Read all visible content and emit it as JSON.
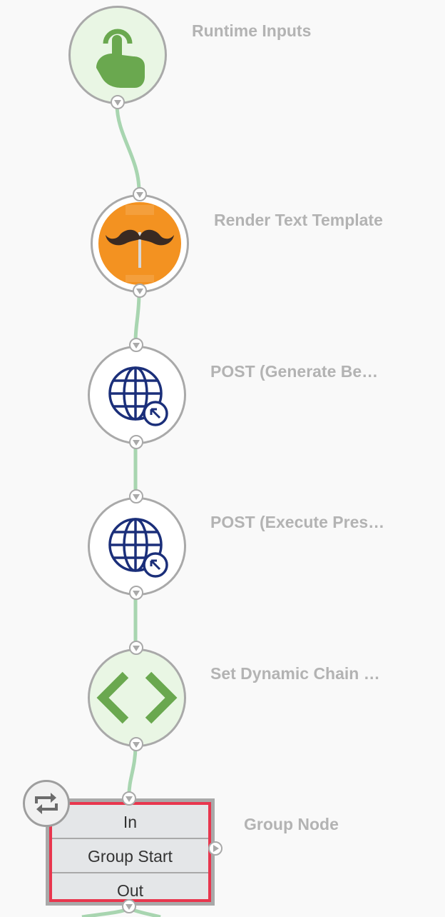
{
  "nodes": [
    {
      "label": "Runtime Inputs",
      "icon": "touch-hand-icon"
    },
    {
      "label": "Render Text Template",
      "icon": "mustache-icon"
    },
    {
      "label": "POST (Generate Be…",
      "icon": "globe-cursor-icon"
    },
    {
      "label": "POST (Execute Pres…",
      "icon": "globe-cursor-icon"
    },
    {
      "label": "Set Dynamic Chain …",
      "icon": "code-brackets-icon"
    }
  ],
  "group": {
    "label": "Group Node",
    "rows": [
      "In",
      "Group Start",
      "Out"
    ],
    "badge_icon": "loop-arrows-icon"
  },
  "colors": {
    "connector": "#a8d5b0",
    "node_border": "#a9a9a9",
    "green_fill": "#e9f6e4",
    "green_icon": "#6aa84f",
    "orange": "#f39221",
    "globe_blue": "#1b2f7a",
    "group_border": "#e8364e",
    "label_gray": "#b3b3b3"
  }
}
